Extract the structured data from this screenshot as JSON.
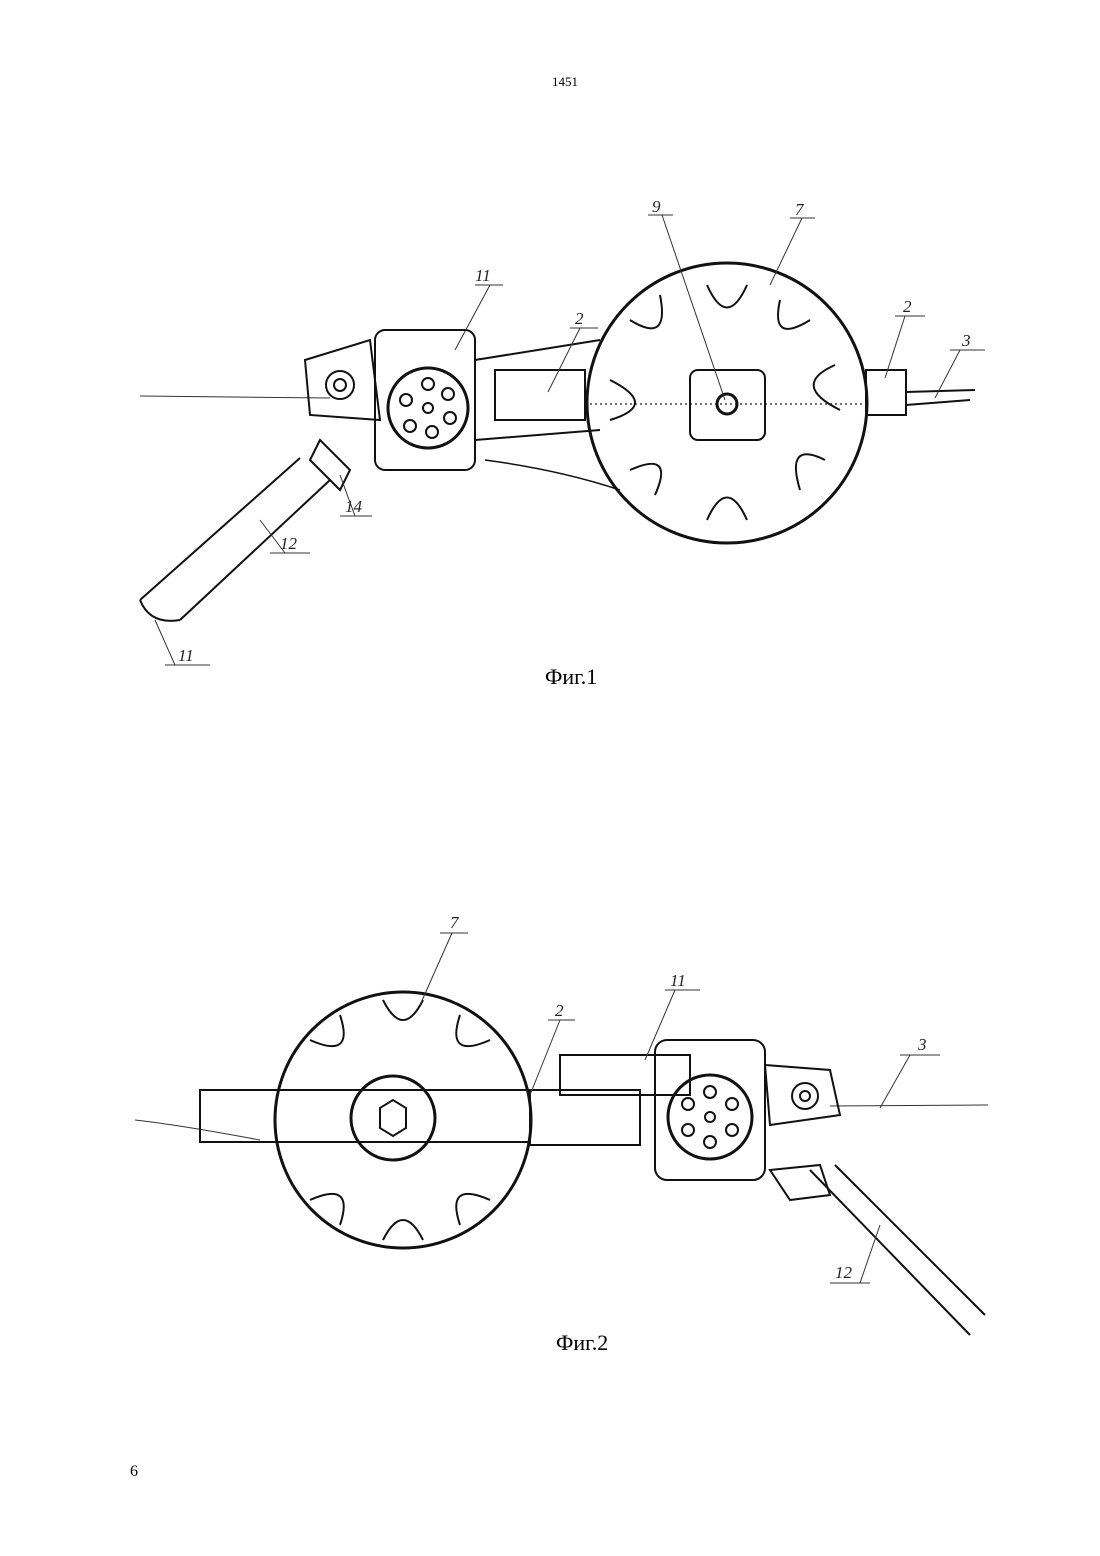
{
  "header": {
    "number": "1451"
  },
  "footer": {
    "page": "6"
  },
  "figures": [
    {
      "caption": "Фиг.1",
      "callouts": {
        "c9": "9",
        "c7": "7",
        "c11_top": "11",
        "c2_mid": "2",
        "c2_right": "2",
        "c3": "3",
        "c14": "14",
        "c12": "12",
        "c11_bottom": "11"
      }
    },
    {
      "caption": "Фиг.2",
      "callouts": {
        "c7": "7",
        "c2": "2",
        "c11": "11",
        "c3": "3",
        "c12": "12"
      }
    }
  ]
}
